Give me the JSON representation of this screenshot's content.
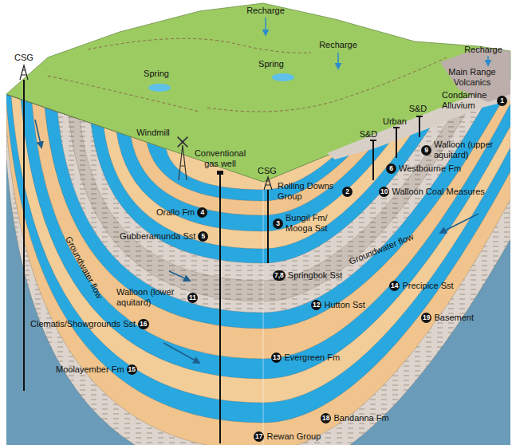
{
  "diagram": {
    "nodes": [
      {
        "text": [
          "Condamine Alluvium",
          "1"
        ]
      },
      {
        "text": [
          "Rolling Downs Group",
          "2"
        ]
      },
      {
        "text": [
          "Walloon (upper aquitard)",
          "9"
        ]
      },
      {
        "text": [
          "Westbourne Fm",
          "6"
        ]
      },
      {
        "text": [
          "Walloon Coal Measures",
          "10"
        ]
      },
      {
        "text": [
          "Orallo Fm",
          "4"
        ]
      },
      {
        "text": [
          "Bungil Fm/ Mooga Sst",
          "3"
        ]
      },
      {
        "text": [
          "Gubberamunda Sst",
          "5"
        ]
      },
      {
        "text": [
          "Springbok Sst",
          "7,8"
        ]
      },
      {
        "text": [
          "Precipice Sst",
          "14"
        ]
      },
      {
        "text": [
          "Walloon (lower aquitard)",
          "11"
        ]
      },
      {
        "text": [
          "Hutton Sst",
          "12"
        ]
      },
      {
        "text": [
          "Basement",
          "19"
        ]
      },
      {
        "text": [
          "Clematis/Showgrounds Sst",
          "16"
        ]
      },
      {
        "text": [
          "Evergreen Fm",
          "13"
        ]
      },
      {
        "text": [
          "Moolayember Fm",
          "15"
        ]
      },
      {
        "text": [
          "Bandanna Fm",
          "18"
        ]
      },
      {
        "text": [
          "Rewan Group",
          "17"
        ]
      }
    ],
    "labels": [
      "Recharge",
      "Recharge",
      "Recharge",
      "CSG",
      "Spring",
      "Spring",
      "Main Range Volcanics",
      "S&D",
      "Urban",
      "S&D",
      "Windmill",
      "Conventional gas well",
      "CSG",
      "Groundwater flow",
      "Groundwater flow"
    ]
  }
}
